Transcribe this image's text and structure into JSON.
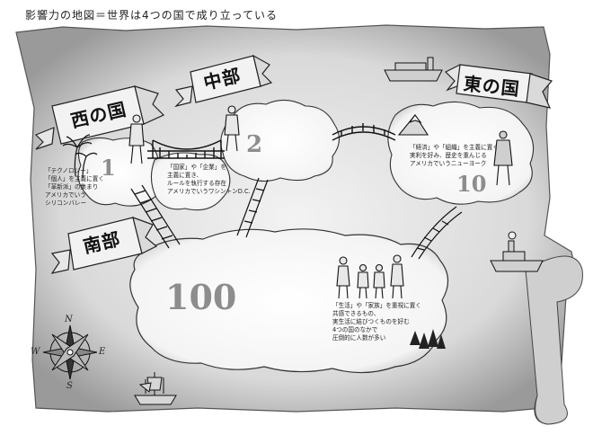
{
  "heading": "影響力の地図＝世界は4つの国で成り立っている",
  "regions": [
    {
      "id": "west",
      "banner": "西の国",
      "number": "1",
      "note": "「テクノロジー」\n「個人」を主義に置く\n「革新派」の集まり\nアメリカでいう\nシリコンバレー"
    },
    {
      "id": "central",
      "banner": "中部",
      "number": "2",
      "note": "「国家」や「企業」を\n主義に置き、\nルールを執行する存在\nアメリカでいうワシントンD.C."
    },
    {
      "id": "east",
      "banner": "東の国",
      "number": "10",
      "note": "「経済」や「組織」を主義に置く\n実利を好み、歴史を重んじる\nアメリカでいうニューヨーク"
    },
    {
      "id": "south",
      "banner": "南部",
      "number": "100",
      "note": "「生活」や「家族」を重視に置く\n共感できるもの、\n実生活に結びつくものを好む\n4つの国のなかで\n圧倒的に人数が多い"
    }
  ],
  "compass": {
    "n": "N",
    "s": "S",
    "e": "E",
    "w": "W"
  }
}
